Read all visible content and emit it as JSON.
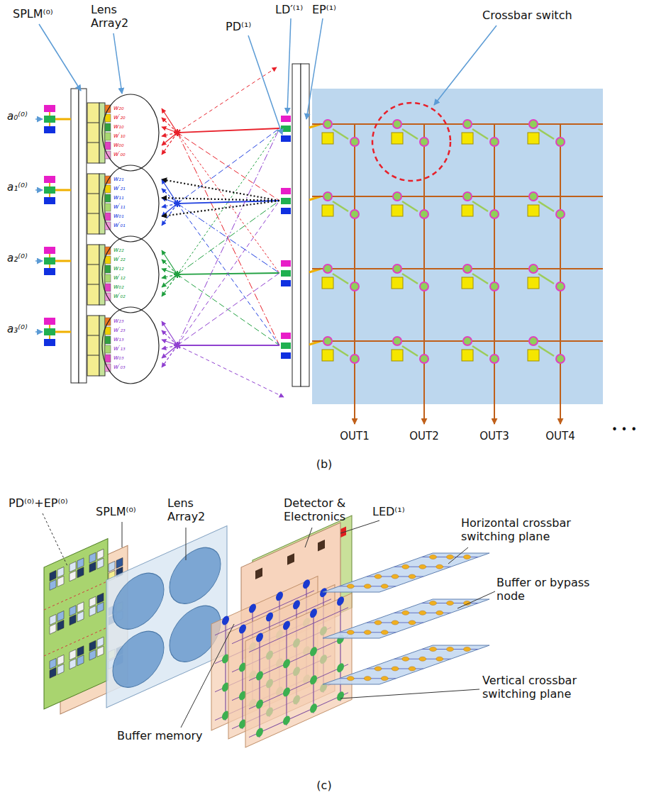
{
  "diagram": {
    "labels": [
      "SPLM⁽⁰⁾",
      "Lens Array2",
      "PD⁽¹⁾",
      "LD′⁽¹⁾",
      "EP⁽¹⁾",
      "Crossbar switch",
      "a₀⁽⁰⁾",
      "a₁⁽⁰⁾",
      "a₂⁽⁰⁾",
      "a₃⁽⁰⁾",
      "w₂₀",
      "w′₂₀",
      "w₁₀",
      "w′₁₀",
      "w₀₀",
      "w′₀₀",
      "w₂₁",
      "w′₂₁",
      "w₁₁",
      "w′₁₁",
      "w₀₁",
      "w′₀₁",
      "w₂₂",
      "w′₂₂",
      "w₁₂",
      "w′₁₂",
      "w₀₂",
      "w′₀₂",
      "w₂₃",
      "w′₂₃",
      "w₁₃",
      "w′₁₃",
      "w₀₃",
      "w′₀₃",
      "OUT1",
      "OUT2",
      "OUT3",
      "OUT4",
      "• • •",
      "(b)",
      "PD⁽⁰⁾+EP⁽⁰⁾",
      "SPLM⁽⁰⁾",
      "Lens Array2",
      "Detector & Electronics",
      "LED⁽¹⁾",
      "Horizontal crossbar switching plane",
      "Buffer or bypass node",
      "Vertical crossbar switching plane",
      "Buffer memory",
      "(c)"
    ]
  }
}
